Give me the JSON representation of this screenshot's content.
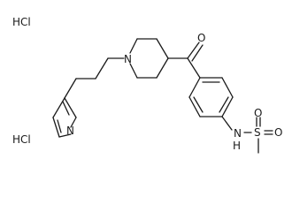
{
  "salt_labels": [
    "HCl",
    "HCl"
  ],
  "atom_labels": {
    "carbonyl_oxygen": "O",
    "piperidine_nitrogen": "N",
    "pyridine_nitrogen": "N",
    "amide_nitrogen": "N",
    "amide_hydrogen": "H",
    "sulfur": "S",
    "sulfonyl_oxygen_top": "O",
    "sulfonyl_oxygen_right": "O"
  }
}
